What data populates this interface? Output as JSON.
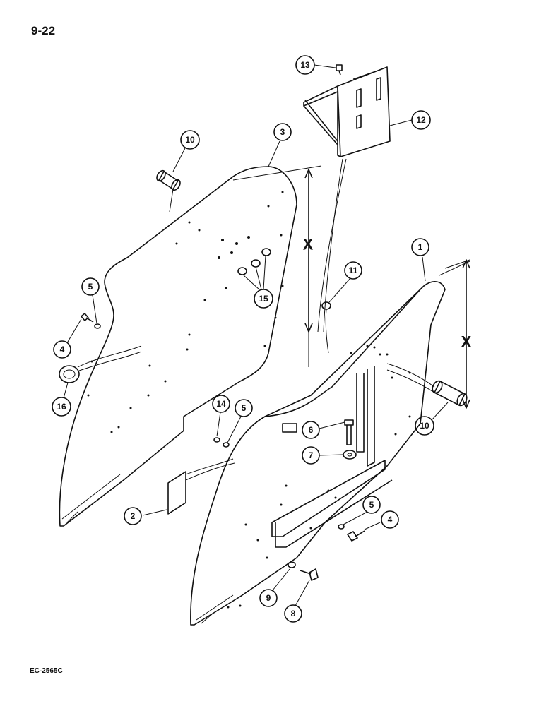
{
  "page_number": "9-22",
  "document_code": "EC-2565C",
  "dimension_label": "X",
  "callouts": [
    {
      "id": "callout-1",
      "label": "1"
    },
    {
      "id": "callout-2",
      "label": "2"
    },
    {
      "id": "callout-3",
      "label": "3"
    },
    {
      "id": "callout-4-upper",
      "label": "4"
    },
    {
      "id": "callout-4-lower",
      "label": "4"
    },
    {
      "id": "callout-5-left",
      "label": "5"
    },
    {
      "id": "callout-5-mid",
      "label": "5"
    },
    {
      "id": "callout-5-lower",
      "label": "5"
    },
    {
      "id": "callout-6",
      "label": "6"
    },
    {
      "id": "callout-7",
      "label": "7"
    },
    {
      "id": "callout-8",
      "label": "8"
    },
    {
      "id": "callout-9",
      "label": "9"
    },
    {
      "id": "callout-10-upper",
      "label": "10"
    },
    {
      "id": "callout-10-lower",
      "label": "10"
    },
    {
      "id": "callout-11",
      "label": "11"
    },
    {
      "id": "callout-12",
      "label": "12"
    },
    {
      "id": "callout-13",
      "label": "13"
    },
    {
      "id": "callout-14",
      "label": "14"
    },
    {
      "id": "callout-15",
      "label": "15"
    },
    {
      "id": "callout-16",
      "label": "16"
    }
  ]
}
